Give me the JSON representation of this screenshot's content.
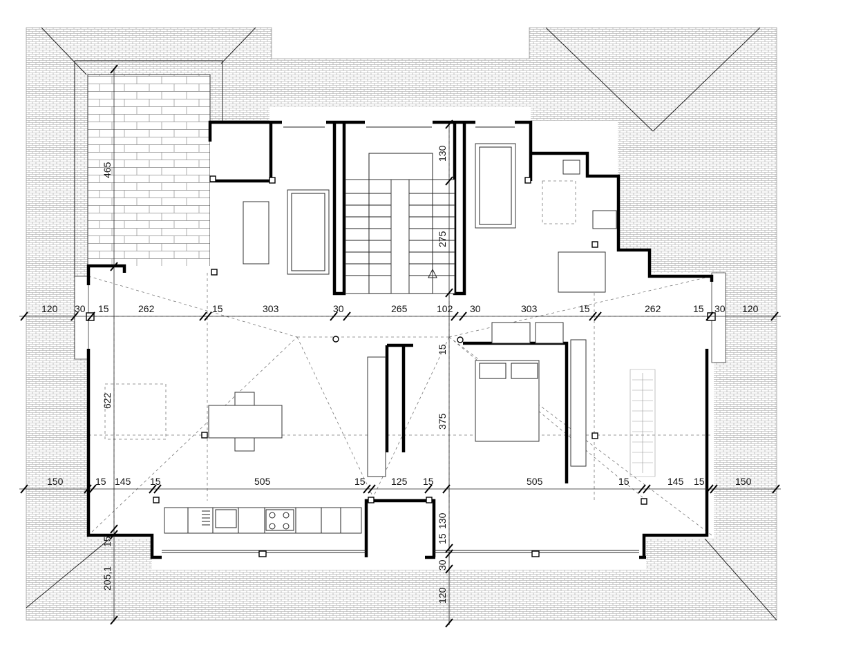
{
  "colors": {
    "roof_hatch": "#9a9a9a",
    "wall": "#000000",
    "paper": "#ffffff"
  },
  "dimensions": {
    "h_upper": [
      "120",
      "30",
      "15",
      "262",
      "15",
      "303",
      "30",
      "265",
      "102",
      "30",
      "303",
      "15",
      "262",
      "15",
      "30",
      "120"
    ],
    "h_lower": [
      "150",
      "15",
      "145",
      "15",
      "505",
      "15",
      "125",
      "15",
      "505",
      "15",
      "145",
      "15",
      "150"
    ],
    "v_labels": {
      "terrace": "465",
      "stair_top": "130",
      "stair": "275",
      "living": "622",
      "center_small": "15",
      "center": "375",
      "bottom_right_a": "15",
      "bottom_right_b": "130",
      "bottom_right_c": "30",
      "bottom_right_d": "120",
      "bottom_left_a": "15",
      "bottom_left_b": "205,1"
    }
  }
}
